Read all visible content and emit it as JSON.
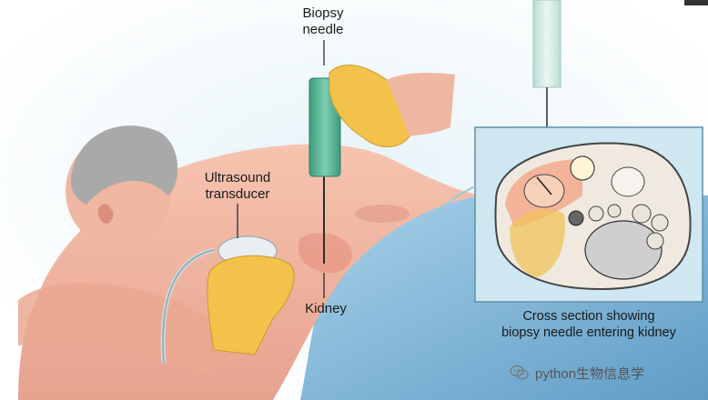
{
  "labels": {
    "biopsy_needle": [
      "Biopsy",
      "needle"
    ],
    "ultrasound_transducer": [
      "Ultrasound",
      "transducer"
    ],
    "kidney": "Kidney",
    "cross_section": [
      "Cross section showing",
      "biopsy needle entering kidney"
    ]
  },
  "watermark": {
    "text": "python生物信息学",
    "icon": "wechat-icon"
  },
  "colors": {
    "skin": "#f0b6a0",
    "skin_shadow": "#d98f7c",
    "drape": "#7fb6d8",
    "glove": "#f2c24a",
    "needle_body": "#4fae8e",
    "inset_bg": "#cfe7f0",
    "hair": "#a9a9a9"
  }
}
